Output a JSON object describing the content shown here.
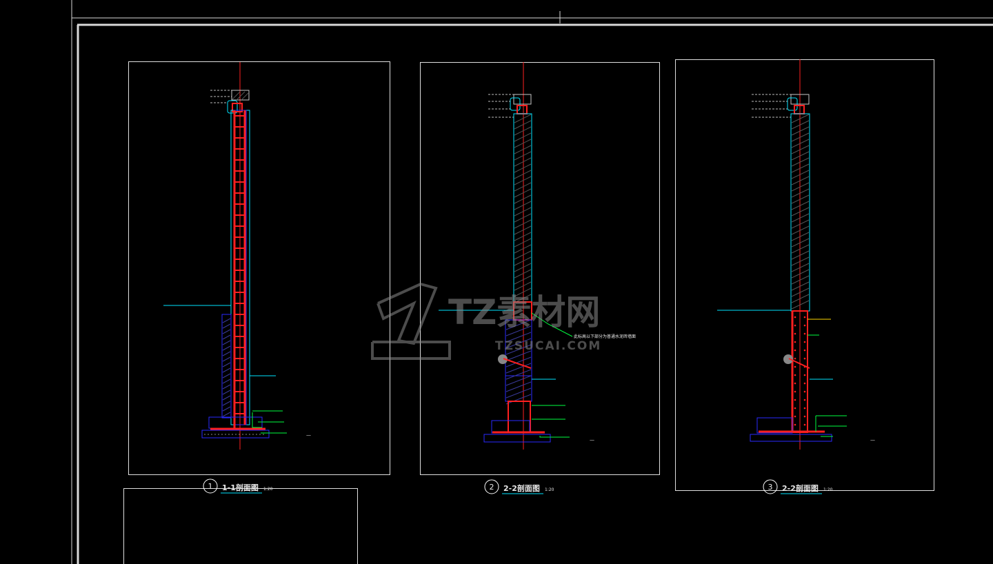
{
  "colors": {
    "background": "#000000",
    "frame": "#d9d9d9",
    "rebar": "#ff2020",
    "finish_line": "#00e5ff",
    "outline": "#2a2aff",
    "leader": "#00ff40",
    "axis": "#ff2020",
    "title_text": "#ffffff",
    "label_underline": "#00e5ff",
    "watermark": "#8a8a8a"
  },
  "sections": [
    {
      "number": "1",
      "title": "1-1剖面图",
      "scale": "1:20",
      "variant": "ladder"
    },
    {
      "number": "2",
      "title": "2-2剖面图",
      "scale": "1:20",
      "variant": "stepped"
    },
    {
      "number": "3",
      "title": "2-2剖面图",
      "scale": "1:20",
      "variant": "lshape"
    }
  ],
  "annotation": "此标高以下部分为普通水泥砖墙面",
  "watermark": {
    "logo_icon": "tz-logo-icon",
    "main": "TZ素材网",
    "sub": "TZSUCAI.COM"
  }
}
